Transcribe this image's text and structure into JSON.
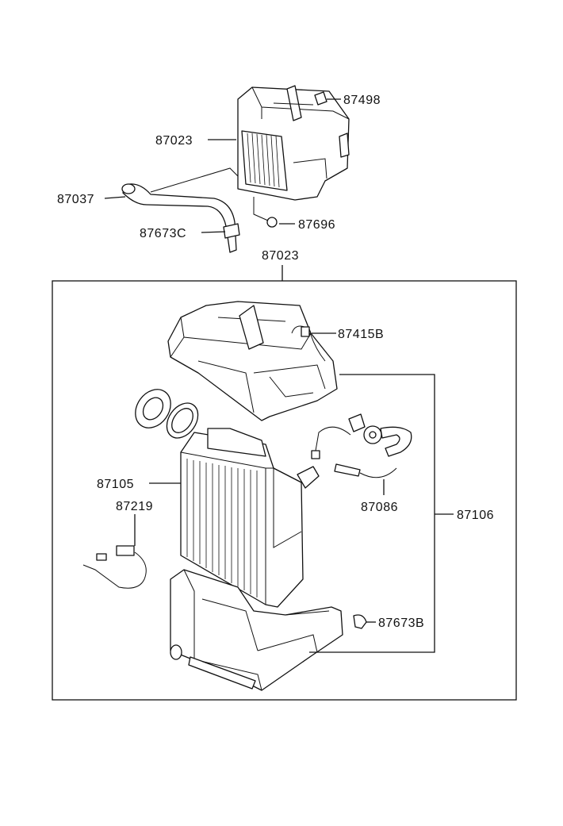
{
  "labels": {
    "p87498": "87498",
    "p87023_top": "87023",
    "p87037": "87037",
    "p87673c": "87673C",
    "p87696": "87696",
    "p87023_box": "87023",
    "p87415b": "87415B",
    "p87105": "87105",
    "p87219": "87219",
    "p87086": "87086",
    "p87106": "87106",
    "p87673b": "87673B"
  }
}
